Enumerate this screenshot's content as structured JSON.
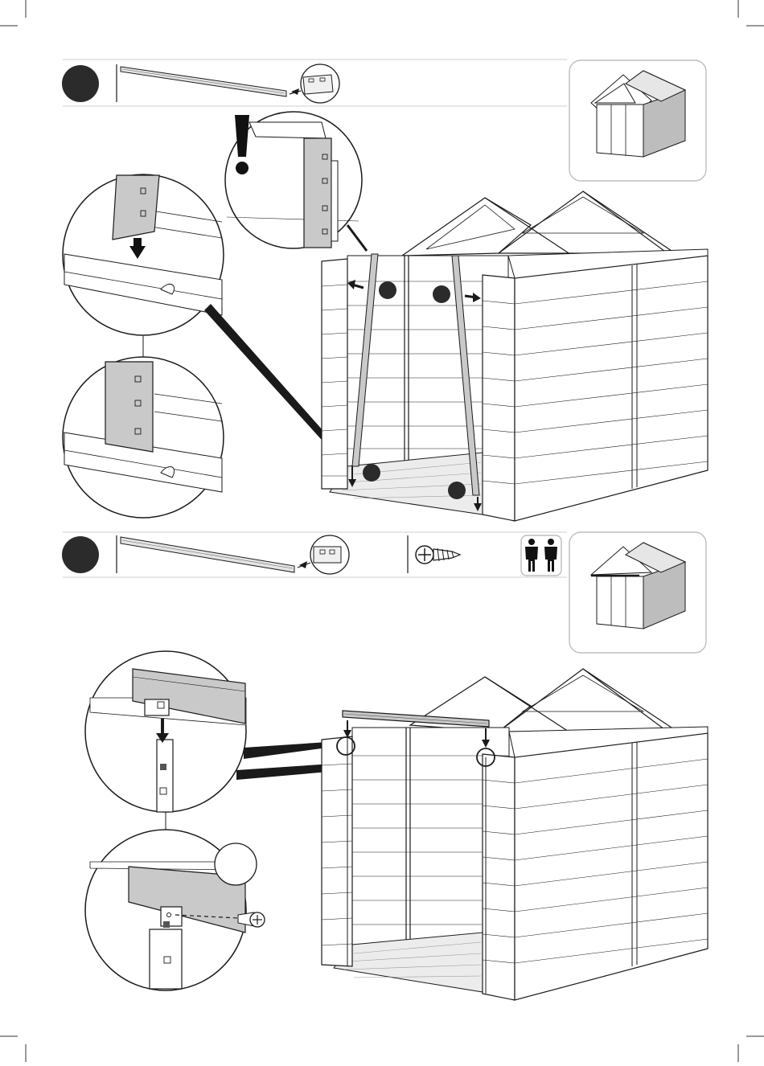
{
  "document": {
    "type": "assembly-instructions",
    "steps": [
      {
        "header_parts": [
          {
            "icon": "rail-profile-icon",
            "label": ""
          },
          {
            "icon": "rail-end-detail-icon",
            "label": ""
          }
        ],
        "thumbnail": "greenhouse-overview-icon",
        "callouts": [
          "warning-icon",
          "zoom-detail-insert",
          "zoom-detail-seated"
        ]
      },
      {
        "header_parts": [
          {
            "icon": "rail-profile-icon",
            "label": ""
          },
          {
            "icon": "rail-end-detail-icon",
            "label": ""
          },
          {
            "icon": "screw-icon",
            "label": ""
          },
          {
            "icon": "two-person-icon",
            "label": ""
          }
        ],
        "thumbnail": "greenhouse-overview-icon",
        "callouts": [
          "zoom-detail-beam-drop",
          "zoom-detail-screw"
        ]
      }
    ],
    "colors": {
      "line": "#1a1a1a",
      "fill_light": "#ffffff",
      "fill_grey": "#c9c9c9",
      "step_badge": "#2b2b2b",
      "panel_border": "#bdbdbd"
    }
  }
}
